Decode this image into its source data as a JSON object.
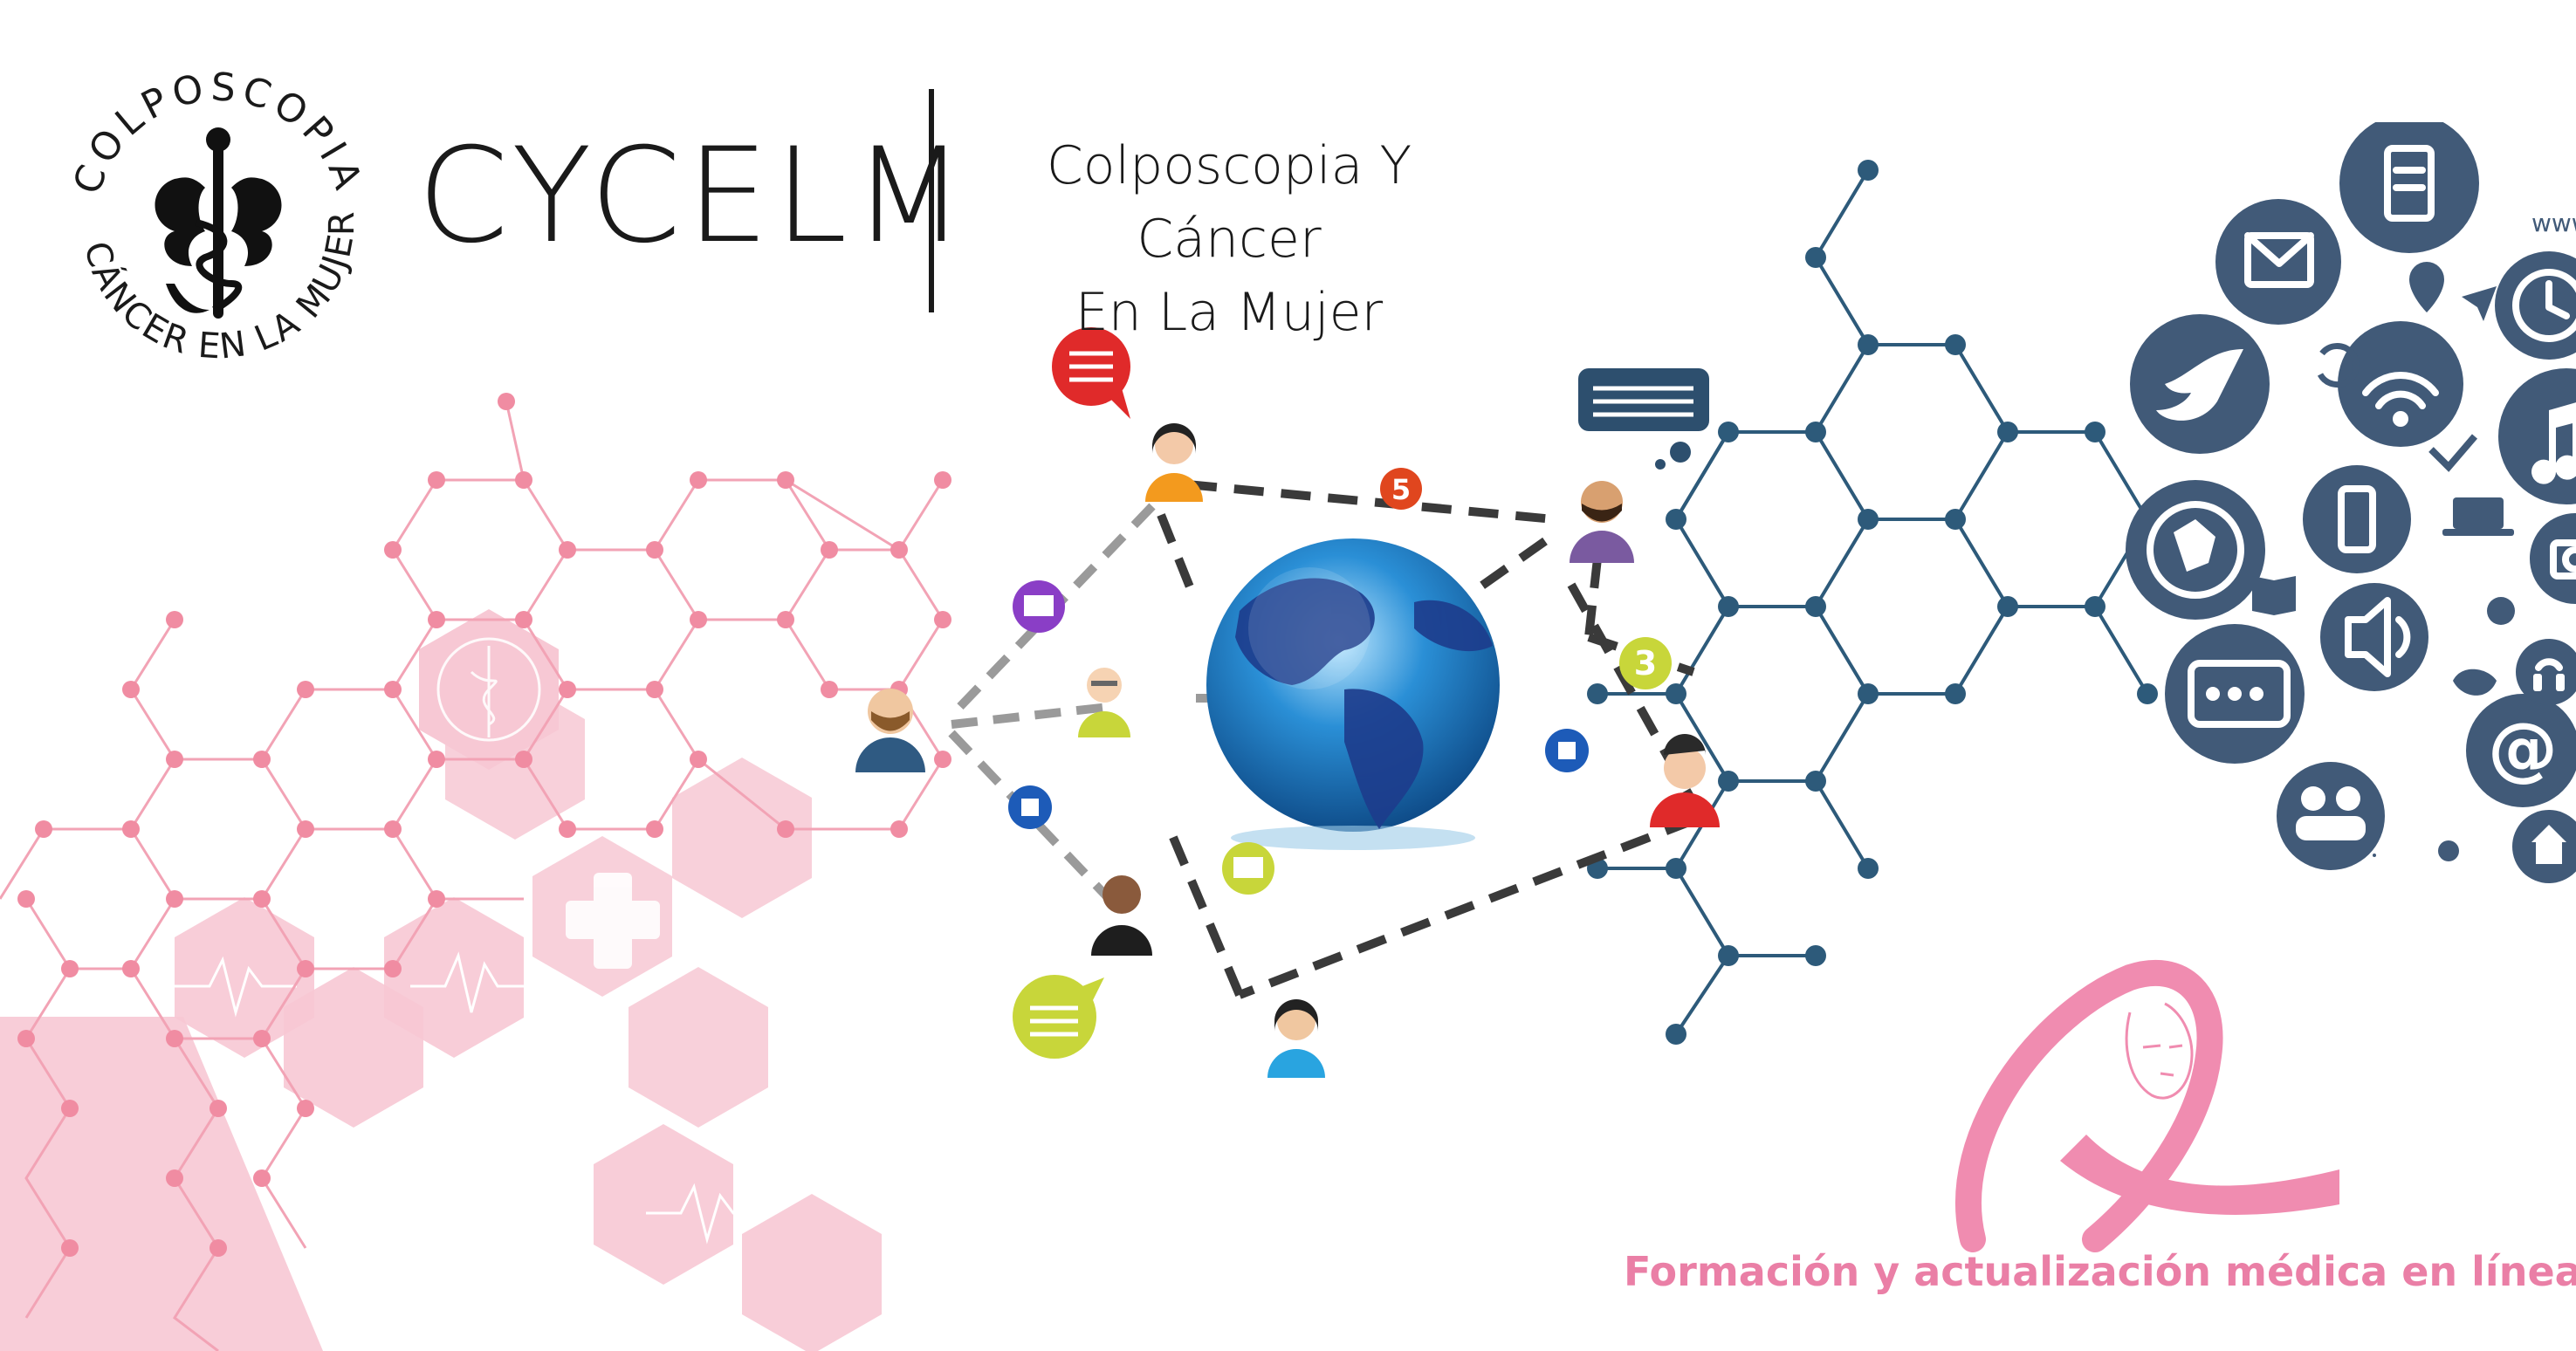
{
  "brand": {
    "acronym": "CYCELM",
    "subtitle_line1": "Colposcopia Y Cáncer",
    "subtitle_line2": "En La Mujer",
    "logo_text_top": "COLPOSCOPIA",
    "logo_text_bottom": "Y CÁNCER EN LA MUJER"
  },
  "tagline": "Formación y actualización médica en línea",
  "badges": {
    "count_a": "5",
    "count_b": "3"
  },
  "icons": {
    "web_label": "www",
    "email_symbol": "@"
  },
  "colors": {
    "pink": "#f7c8d4",
    "pink_line": "#f2a3b5",
    "navy": "#2d5a7a",
    "icon_navy": "#415a78",
    "ribbon": "#f08cb0",
    "globe": "#2a8fd6",
    "text": "#1a1a1a"
  }
}
